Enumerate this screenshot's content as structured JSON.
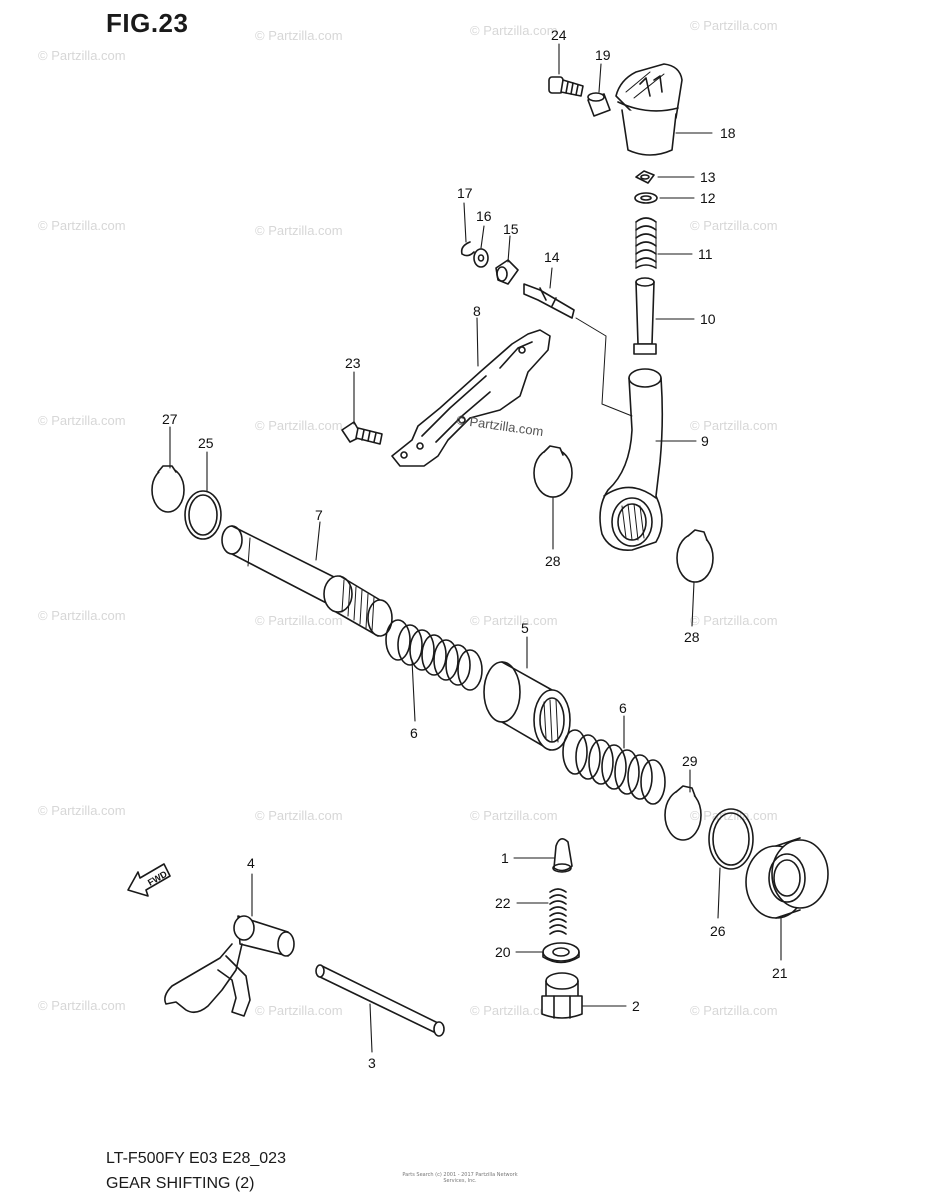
{
  "figure": {
    "title": "FIG.23",
    "model_code": "LT-F500FY E03 E28_023",
    "section_name": "GEAR SHIFTING (2)",
    "fineprint": "Parts Search (c) 2001 - 2017 Partzilla Network Services, Inc."
  },
  "watermark": {
    "text": "© Partzilla.com",
    "center_text": "© Partzilla.com"
  },
  "parts": [
    {
      "id": "24",
      "label": "24"
    },
    {
      "id": "19",
      "label": "19"
    },
    {
      "id": "18",
      "label": "18"
    },
    {
      "id": "13",
      "label": "13"
    },
    {
      "id": "12",
      "label": "12"
    },
    {
      "id": "11",
      "label": "11"
    },
    {
      "id": "10",
      "label": "10"
    },
    {
      "id": "17",
      "label": "17"
    },
    {
      "id": "16",
      "label": "16"
    },
    {
      "id": "15",
      "label": "15"
    },
    {
      "id": "14",
      "label": "14"
    },
    {
      "id": "8",
      "label": "8"
    },
    {
      "id": "23",
      "label": "23"
    },
    {
      "id": "9",
      "label": "9"
    },
    {
      "id": "27",
      "label": "27"
    },
    {
      "id": "25",
      "label": "25"
    },
    {
      "id": "7",
      "label": "7"
    },
    {
      "id": "28a",
      "label": "28"
    },
    {
      "id": "28b",
      "label": "28"
    },
    {
      "id": "5",
      "label": "5"
    },
    {
      "id": "6a",
      "label": "6"
    },
    {
      "id": "6b",
      "label": "6"
    },
    {
      "id": "29",
      "label": "29"
    },
    {
      "id": "1",
      "label": "1"
    },
    {
      "id": "22",
      "label": "22"
    },
    {
      "id": "20",
      "label": "20"
    },
    {
      "id": "2",
      "label": "2"
    },
    {
      "id": "26",
      "label": "26"
    },
    {
      "id": "21",
      "label": "21"
    },
    {
      "id": "4",
      "label": "4"
    },
    {
      "id": "3",
      "label": "3"
    }
  ],
  "fwd_label": "FWD",
  "colors": {
    "line": "#1a1a1a",
    "watermark": "#d7d7d7",
    "fill_light": "#f2f2f2",
    "fill_dark": "#bdbdbd"
  }
}
